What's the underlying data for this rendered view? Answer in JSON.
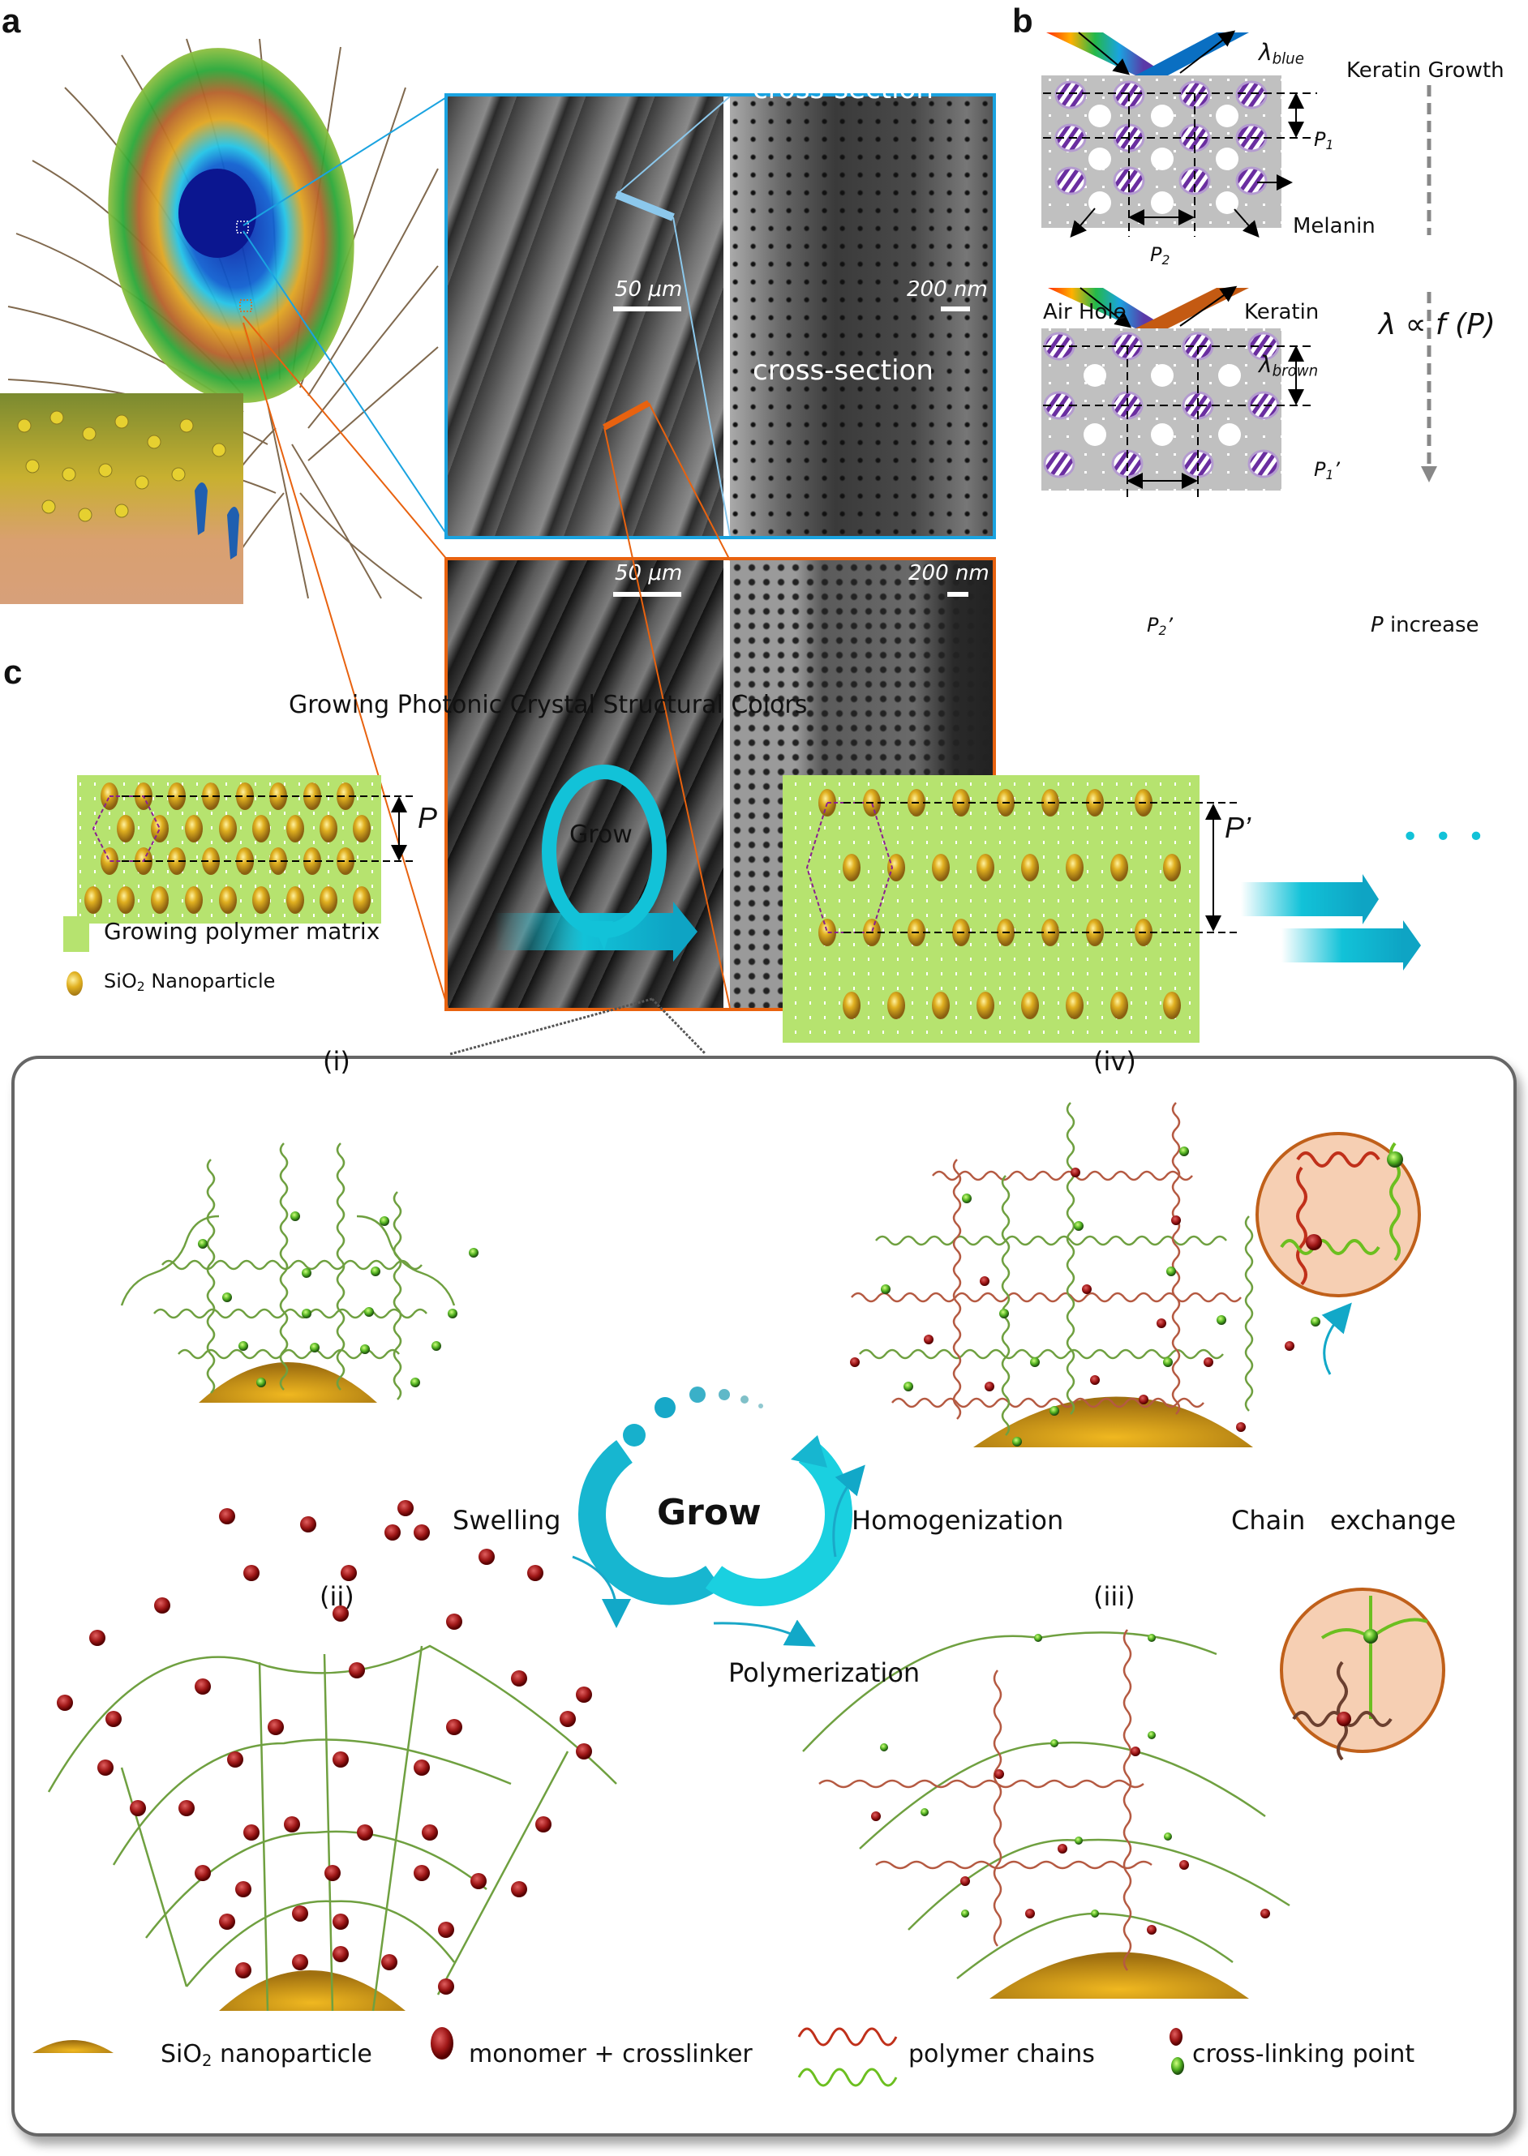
{
  "panels": {
    "a": {
      "letter": "a",
      "sem_blue": {
        "label": "cross-section",
        "scale_large": "50 μm",
        "scale_small": "200 nm"
      },
      "sem_orange": {
        "label": "cross-section",
        "scale_large": "50 μm",
        "scale_small": "200 nm"
      },
      "colors": {
        "blue_frame": "#1aa3e0",
        "orange_frame": "#e8620f"
      }
    },
    "b": {
      "letter": "b",
      "top": {
        "reflect_label": "λ",
        "reflect_sub": "blue",
        "p1": "P",
        "p1_sub": "1",
        "p2": "P",
        "p2_sub": "2"
      },
      "bottom": {
        "reflect_label": "λ",
        "reflect_sub": "brown",
        "p1": "P",
        "p1_sub": "1",
        "p1_prime": "’",
        "p2": "P",
        "p2_sub": "2",
        "p2_prime": "’"
      },
      "labels": {
        "melanin": "Melanin",
        "air_hole": "Air Hole",
        "keratin": "Keratin"
      },
      "side": {
        "title": "Keratin Growth",
        "formula": "λ ∝ f (P)",
        "bottom_italic": "P",
        "bottom_rest": " increase"
      },
      "colors": {
        "blue_beam": "#0a6fc2",
        "brown_beam": "#c45a12",
        "matrix": "#c0c0c0",
        "melanin": "#6a2ea0"
      }
    },
    "c": {
      "letter": "c",
      "title": "Growing Photonic Crystal Structural Colors",
      "left_period": "P",
      "right_period": "P’",
      "grow_loop_label": "Grow",
      "ellipsis": "• • •",
      "legend_top": {
        "matrix": "Growing polymer matrix",
        "nanoparticle_pre": "SiO",
        "nanoparticle_sub": "2",
        "nanoparticle_post": " Nanoparticle"
      },
      "stages": {
        "i": "(i)",
        "ii": "(ii)",
        "iii": "(iii)",
        "iv": "(iv)"
      },
      "cycle": {
        "center": "Grow",
        "swelling": "Swelling",
        "polymerization": "Polymerization",
        "homogenization": "Homogenization",
        "chain_exchange": "Chain   exchange"
      },
      "legend_bottom": {
        "sio2_pre": "SiO",
        "sio2_sub": "2",
        "sio2_post": " nanoparticle",
        "monomer": "monomer + crosslinker",
        "polymer": "polymer chains",
        "crosslink": "cross-linking point"
      },
      "colors": {
        "matrix": "#b6e36f",
        "particle": "#d9a520",
        "cyan": "#12c2d8",
        "red_chain": "#b55a42",
        "green_chain": "#6fa040",
        "inset": "#f6cfb3",
        "inset_border": "#c0601a"
      }
    }
  }
}
